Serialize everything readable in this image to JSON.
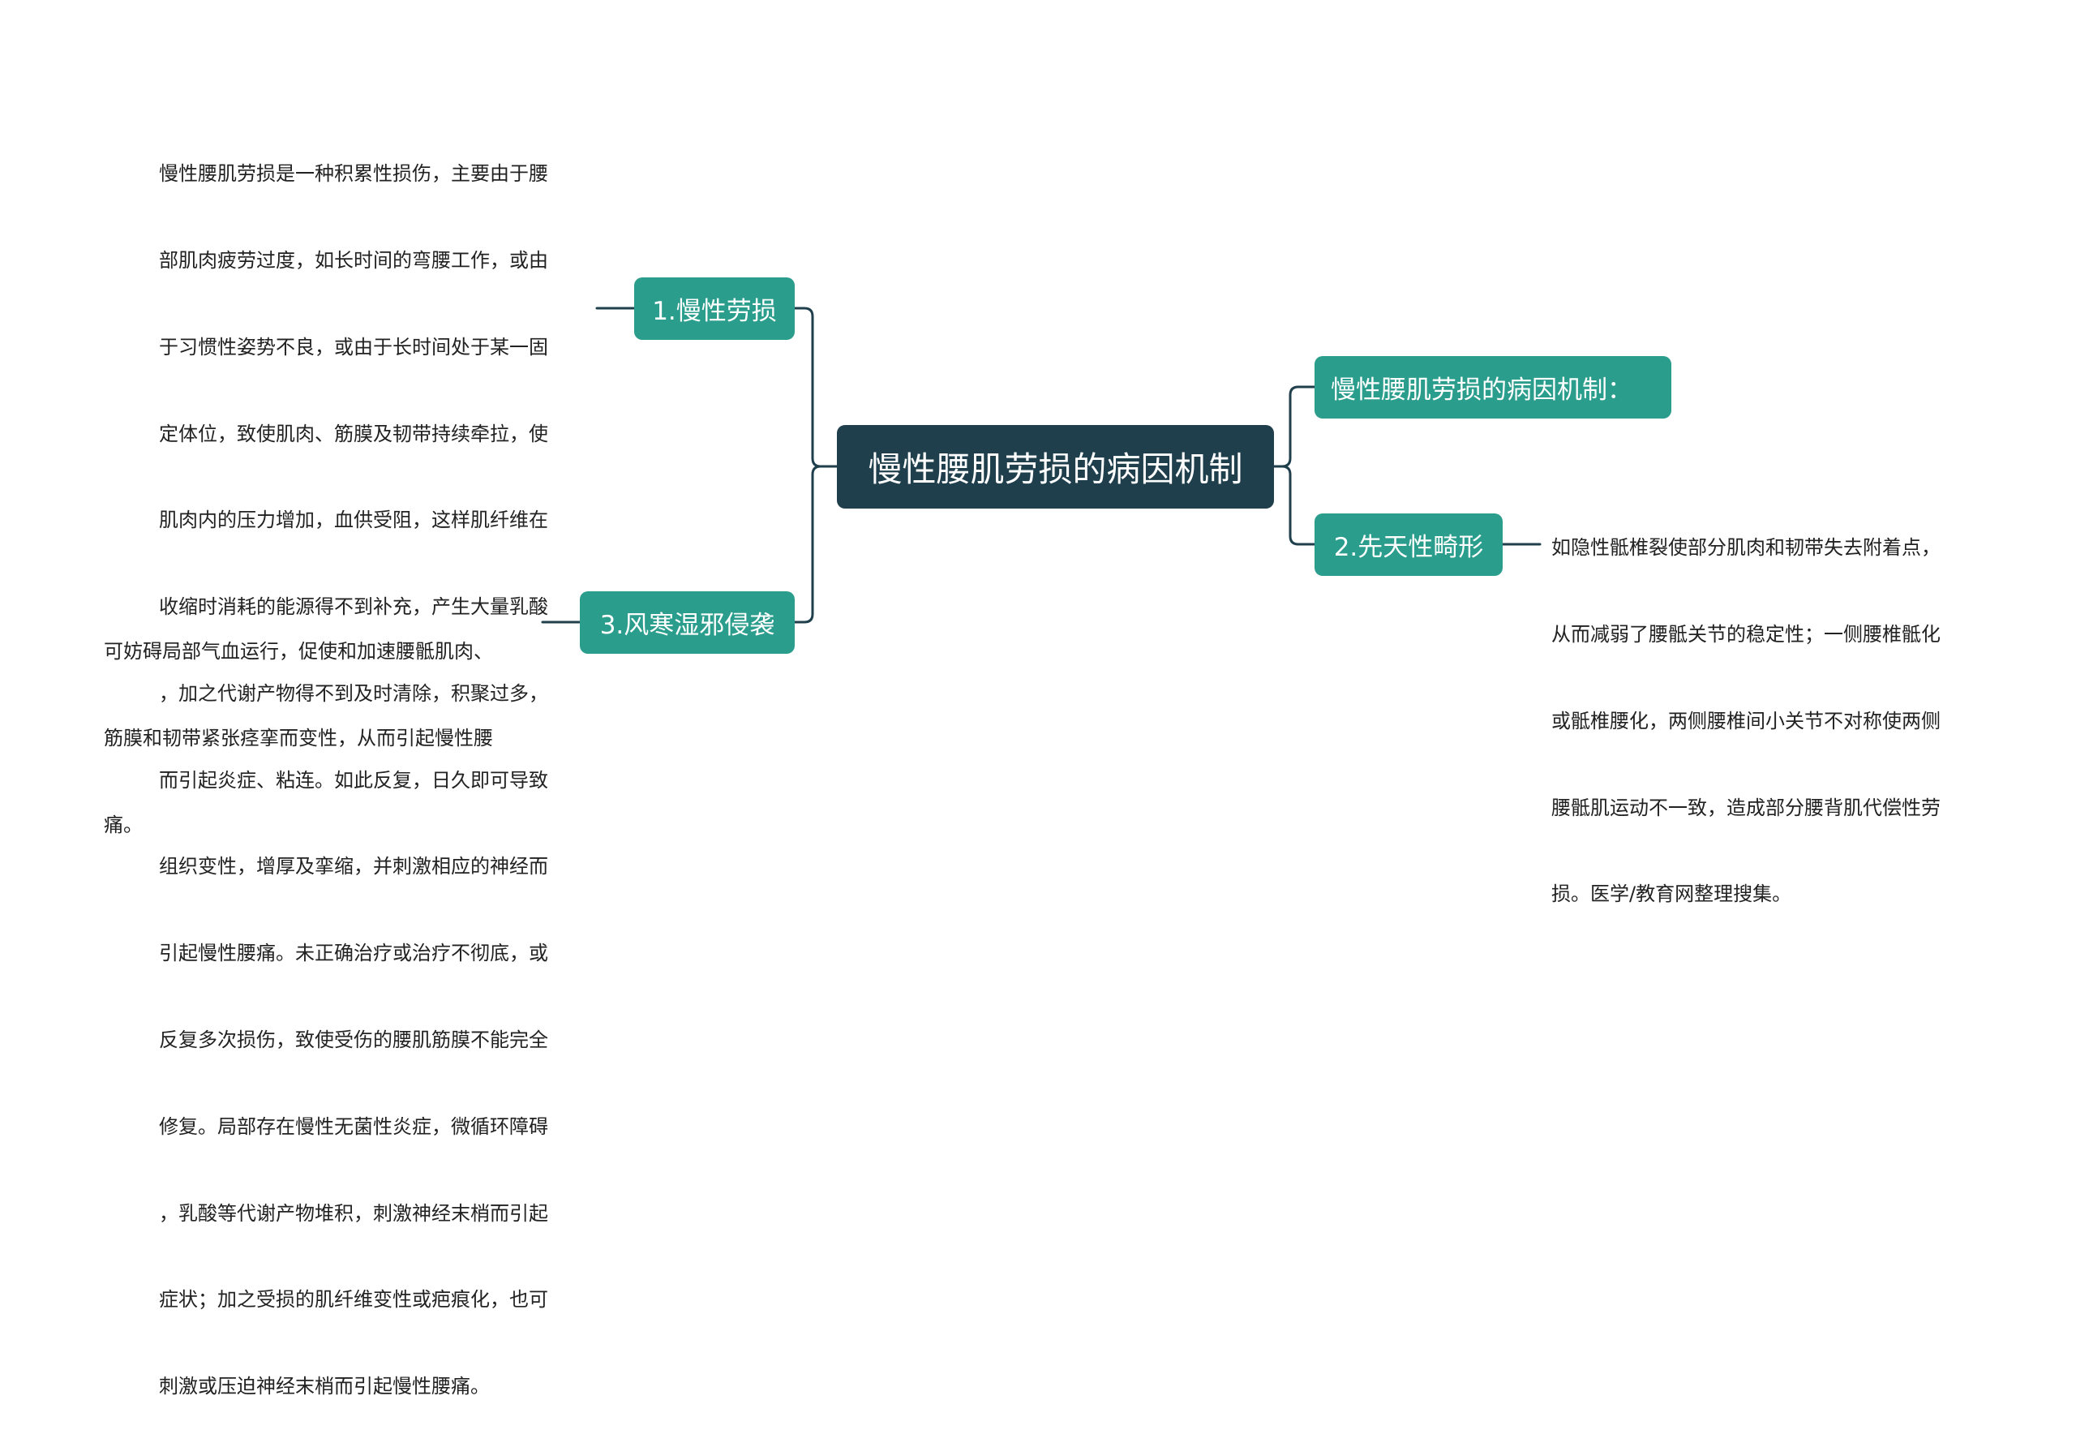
{
  "root": {
    "label": "慢性腰肌劳损的病因机制"
  },
  "branches": [
    {
      "id": "b0",
      "label": "慢性腰肌劳损的病因机制：",
      "detail_lines": []
    },
    {
      "id": "b1",
      "label": "1.慢性劳损",
      "detail_lines": [
        "慢性腰肌劳损是一种积累性损伤，主要由于腰",
        "部肌肉疲劳过度，如长时间的弯腰工作，或由",
        "于习惯性姿势不良，或由于长时间处于某一固",
        "定体位，致使肌肉、筋膜及韧带持续牵拉，使",
        "肌肉内的压力增加，血供受阻，这样肌纤维在",
        "收缩时消耗的能源得不到补充，产生大量乳酸",
        "，加之代谢产物得不到及时清除，积聚过多，",
        "而引起炎症、粘连。如此反复，日久即可导致",
        "组织变性，增厚及挛缩，并刺激相应的神经而",
        "引起慢性腰痛。未正确治疗或治疗不彻底，或",
        "反复多次损伤，致使受伤的腰肌筋膜不能完全",
        "修复。局部存在慢性无菌性炎症，微循环障碍",
        "，乳酸等代谢产物堆积，刺激神经末梢而引起",
        "症状；加之受损的肌纤维变性或疤痕化，也可",
        "刺激或压迫神经末梢而引起慢性腰痛。"
      ]
    },
    {
      "id": "b2",
      "label": "2.先天性畸形",
      "detail_lines": [
        "如隐性骶椎裂使部分肌肉和韧带失去附着点，",
        "从而减弱了腰骶关节的稳定性；一侧腰椎骶化",
        "或骶椎腰化，两侧腰椎间小关节不对称使两侧",
        "腰骶肌运动不一致，造成部分腰背肌代偿性劳",
        "损。医学/教育网整理搜集。"
      ]
    },
    {
      "id": "b3",
      "label": "3.风寒湿邪侵袭",
      "detail_lines": [
        "可妨碍局部气血运行，促使和加速腰骶肌肉、",
        "筋膜和韧带紧张痉挛而变性，从而引起慢性腰",
        "痛。"
      ]
    }
  ],
  "colors": {
    "root_fill": "#1f3f4d",
    "branch_fill": "#2a9d8c",
    "connector": "#1f3f4d",
    "text": "#222222",
    "background": "#ffffff"
  }
}
